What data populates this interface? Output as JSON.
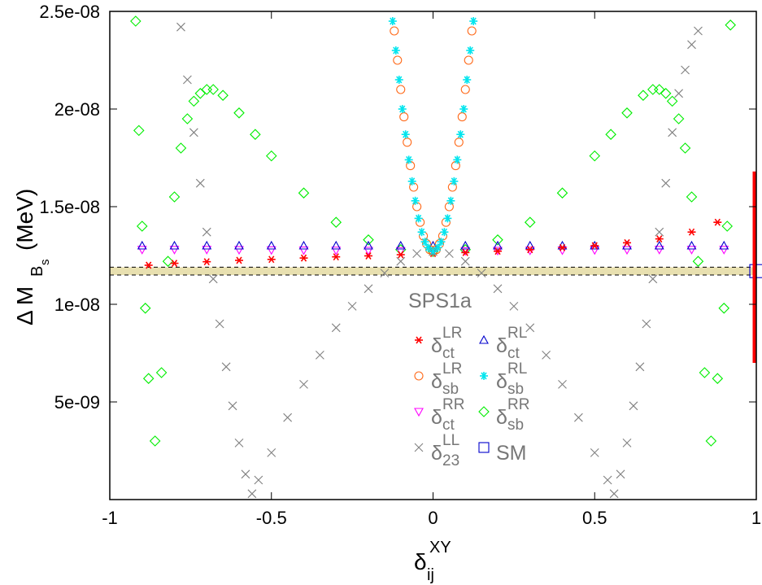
{
  "chart_data": {
    "type": "scatter",
    "xlabel": {
      "main": "δ",
      "sup": "XY",
      "sub": "ij"
    },
    "ylabel": {
      "main": "Δ M",
      "sub": "B",
      "subsub": "s",
      "unit": "(MeV)"
    },
    "xlim": [
      -1,
      1
    ],
    "ylim": [
      0,
      2.5e-08
    ],
    "x_ticks": [
      "-1",
      "-0.5",
      "0",
      "0.5",
      "1"
    ],
    "y_ticks": [
      "5e-09",
      "1e-08",
      "1.5e-08",
      "2e-08",
      "2.5e-08"
    ],
    "y_tick_values": [
      5e-09,
      1e-08,
      1.5e-08,
      2e-08,
      2.5e-08
    ],
    "x_tick_values": [
      -1,
      -0.5,
      0,
      0.5,
      1
    ],
    "experimental_band": {
      "ylow": 1.15e-08,
      "yhigh": 1.19e-08,
      "color": "#e8e0b0"
    },
    "sm_error_bar": {
      "x": 1.0,
      "ylow": 7e-09,
      "yhigh": 1.68e-08,
      "color": "#ff0000"
    },
    "legend_title": "SPS1a",
    "series": [
      {
        "name": "δct LR",
        "label": {
          "base": "δ",
          "sup": "LR",
          "sub": "ct"
        },
        "marker": "star",
        "color": "#ff0000",
        "x": [
          -0.88,
          -0.8,
          -0.7,
          -0.6,
          -0.5,
          -0.4,
          -0.3,
          -0.2,
          -0.1,
          0,
          0.1,
          0.2,
          0.3,
          0.4,
          0.5,
          0.6,
          0.7,
          0.8,
          0.88
        ],
        "y": [
          1.2e-08,
          1.21e-08,
          1.218e-08,
          1.225e-08,
          1.23e-08,
          1.237e-08,
          1.243e-08,
          1.248e-08,
          1.254e-08,
          1.26e-08,
          1.265e-08,
          1.272e-08,
          1.28e-08,
          1.29e-08,
          1.3e-08,
          1.315e-08,
          1.335e-08,
          1.37e-08,
          1.42e-08
        ]
      },
      {
        "name": "δct RL",
        "label": {
          "base": "δ",
          "sup": "RL",
          "sub": "ct"
        },
        "marker": "triangle-up",
        "color": "#0000cc",
        "x": [
          -0.9,
          -0.8,
          -0.7,
          -0.6,
          -0.5,
          -0.4,
          -0.3,
          -0.2,
          -0.1,
          0,
          0.1,
          0.2,
          0.3,
          0.4,
          0.5,
          0.6,
          0.7,
          0.8,
          0.9
        ],
        "y": [
          1.3e-08,
          1.3e-08,
          1.3e-08,
          1.3e-08,
          1.3e-08,
          1.3e-08,
          1.3e-08,
          1.3e-08,
          1.3e-08,
          1.3e-08,
          1.3e-08,
          1.3e-08,
          1.3e-08,
          1.3e-08,
          1.3e-08,
          1.3e-08,
          1.3e-08,
          1.3e-08,
          1.3e-08
        ]
      },
      {
        "name": "δsb LR",
        "label": {
          "base": "δ",
          "sup": "LR",
          "sub": "sb"
        },
        "marker": "circle",
        "color": "#ff6a1a",
        "x": [
          -0.12,
          -0.11,
          -0.1,
          -0.09,
          -0.08,
          -0.07,
          -0.06,
          -0.05,
          -0.04,
          -0.03,
          -0.02,
          -0.01,
          0,
          0.01,
          0.02,
          0.03,
          0.04,
          0.05,
          0.06,
          0.07,
          0.08,
          0.09,
          0.1,
          0.11,
          0.12
        ],
        "y": [
          2.4e-08,
          2.25e-08,
          2.1e-08,
          1.96e-08,
          1.83e-08,
          1.71e-08,
          1.6e-08,
          1.5e-08,
          1.42e-08,
          1.35e-08,
          1.31e-08,
          1.28e-08,
          1.27e-08,
          1.28e-08,
          1.31e-08,
          1.35e-08,
          1.42e-08,
          1.5e-08,
          1.6e-08,
          1.71e-08,
          1.83e-08,
          1.96e-08,
          2.1e-08,
          2.25e-08,
          2.4e-08
        ]
      },
      {
        "name": "δsb RL",
        "label": {
          "base": "δ",
          "sup": "RL",
          "sub": "sb"
        },
        "marker": "asterisk",
        "color": "#00e5ee",
        "x": [
          -0.125,
          -0.115,
          -0.105,
          -0.095,
          -0.085,
          -0.075,
          -0.065,
          -0.055,
          -0.045,
          -0.035,
          -0.025,
          -0.015,
          0,
          0.015,
          0.025,
          0.035,
          0.045,
          0.055,
          0.065,
          0.075,
          0.085,
          0.095,
          0.105,
          0.115,
          0.125
        ],
        "y": [
          2.45e-08,
          2.3e-08,
          2.15e-08,
          2e-08,
          1.87e-08,
          1.74e-08,
          1.63e-08,
          1.53e-08,
          1.44e-08,
          1.37e-08,
          1.32e-08,
          1.29e-08,
          1.27e-08,
          1.29e-08,
          1.32e-08,
          1.37e-08,
          1.44e-08,
          1.53e-08,
          1.63e-08,
          1.74e-08,
          1.87e-08,
          2e-08,
          2.15e-08,
          2.3e-08,
          2.45e-08
        ]
      },
      {
        "name": "δct RR",
        "label": {
          "base": "δ",
          "sup": "RR",
          "sub": "ct"
        },
        "marker": "triangle-down",
        "color": "#ff00ff",
        "x": [
          -0.9,
          -0.8,
          -0.7,
          -0.6,
          -0.5,
          -0.4,
          -0.3,
          -0.2,
          -0.1,
          0,
          0.1,
          0.2,
          0.3,
          0.4,
          0.5,
          0.6,
          0.7,
          0.8,
          0.9
        ],
        "y": [
          1.28e-08,
          1.28e-08,
          1.28e-08,
          1.279e-08,
          1.278e-08,
          1.277e-08,
          1.276e-08,
          1.275e-08,
          1.274e-08,
          1.273e-08,
          1.274e-08,
          1.275e-08,
          1.276e-08,
          1.277e-08,
          1.278e-08,
          1.279e-08,
          1.28e-08,
          1.28e-08,
          1.28e-08
        ]
      },
      {
        "name": "δsb RR",
        "label": {
          "base": "δ",
          "sup": "RR",
          "sub": "sb"
        },
        "marker": "diamond",
        "color": "#00ee00",
        "x": [
          -0.92,
          -0.91,
          -0.9,
          -0.89,
          -0.88,
          -0.86,
          -0.84,
          -0.82,
          -0.8,
          -0.78,
          -0.76,
          -0.74,
          -0.72,
          -0.7,
          -0.68,
          -0.65,
          -0.6,
          -0.55,
          -0.5,
          -0.4,
          -0.3,
          -0.2,
          -0.1,
          0,
          0.1,
          0.2,
          0.3,
          0.4,
          0.5,
          0.55,
          0.6,
          0.65,
          0.68,
          0.7,
          0.72,
          0.74,
          0.76,
          0.78,
          0.8,
          0.82,
          0.84,
          0.86,
          0.88,
          0.9,
          0.91,
          0.92
        ],
        "y": [
          2.45e-08,
          1.89e-08,
          1.4e-08,
          9.8e-09,
          6.2e-09,
          3e-09,
          6.5e-09,
          1.22e-08,
          1.55e-08,
          1.8e-08,
          1.95e-08,
          2.04e-08,
          2.08e-08,
          2.1e-08,
          2.1e-08,
          2.07e-08,
          1.98e-08,
          1.87e-08,
          1.76e-08,
          1.57e-08,
          1.42e-08,
          1.33e-08,
          1.28e-08,
          1.27e-08,
          1.28e-08,
          1.33e-08,
          1.42e-08,
          1.57e-08,
          1.76e-08,
          1.87e-08,
          1.98e-08,
          2.07e-08,
          2.1e-08,
          2.1e-08,
          2.08e-08,
          2.04e-08,
          1.95e-08,
          1.8e-08,
          1.55e-08,
          1.22e-08,
          6.5e-09,
          3e-09,
          6.2e-09,
          9.8e-09,
          1.4e-08,
          2.43e-08
        ]
      },
      {
        "name": "δ23 LL",
        "label": {
          "base": "δ",
          "sup": "LL",
          "sub": "23"
        },
        "marker": "cross",
        "color": "#808080",
        "x": [
          -0.78,
          -0.76,
          -0.74,
          -0.72,
          -0.7,
          -0.68,
          -0.66,
          -0.64,
          -0.62,
          -0.6,
          -0.58,
          -0.56,
          -0.54,
          -0.5,
          -0.45,
          -0.4,
          -0.35,
          -0.3,
          -0.25,
          -0.2,
          -0.15,
          -0.1,
          -0.05,
          0,
          0.05,
          0.1,
          0.15,
          0.2,
          0.25,
          0.3,
          0.35,
          0.4,
          0.45,
          0.5,
          0.54,
          0.56,
          0.58,
          0.6,
          0.62,
          0.64,
          0.66,
          0.68,
          0.7,
          0.72,
          0.74,
          0.76,
          0.78,
          0.8,
          0.82
        ],
        "y": [
          2.42e-08,
          2.15e-08,
          1.88e-08,
          1.62e-08,
          1.37e-08,
          1.13e-08,
          9e-09,
          6.8e-09,
          4.8e-09,
          2.9e-09,
          1.3e-09,
          3e-10,
          1e-09,
          2.4e-09,
          4.2e-09,
          5.9e-09,
          7.4e-09,
          8.8e-09,
          9.9e-09,
          1.08e-08,
          1.16e-08,
          1.22e-08,
          1.26e-08,
          1.27e-08,
          1.26e-08,
          1.22e-08,
          1.16e-08,
          1.08e-08,
          9.9e-09,
          8.8e-09,
          7.4e-09,
          5.9e-09,
          4.2e-09,
          2.4e-09,
          1e-09,
          3e-10,
          1.3e-09,
          2.9e-09,
          4.8e-09,
          6.8e-09,
          9e-09,
          1.13e-08,
          1.37e-08,
          1.62e-08,
          1.88e-08,
          2.08e-08,
          2.2e-08,
          2.33e-08,
          2.4e-08
        ]
      },
      {
        "name": "SM",
        "label": {
          "base": "SM",
          "sup": "",
          "sub": ""
        },
        "marker": "square",
        "color": "#0000cc",
        "x": [
          1.0
        ],
        "y": [
          1.17e-08
        ]
      }
    ]
  }
}
